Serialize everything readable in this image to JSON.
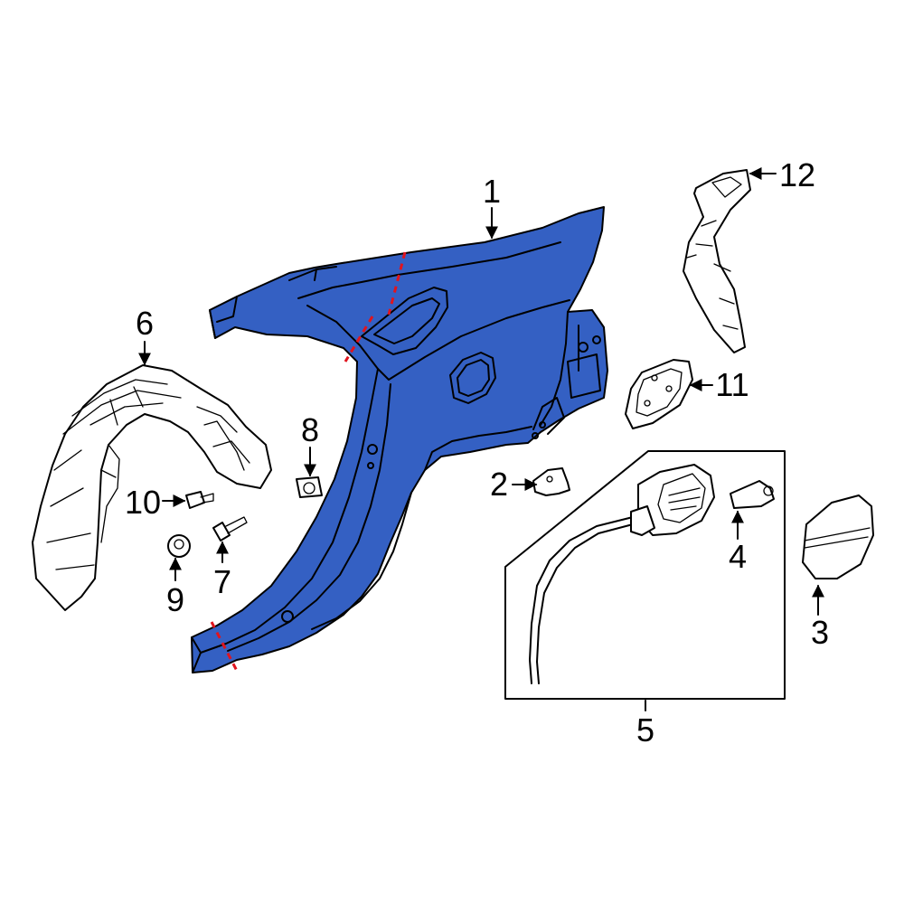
{
  "callouts": {
    "c1": "1",
    "c2": "2",
    "c3": "3",
    "c4": "4",
    "c5": "5",
    "c6": "6",
    "c7": "7",
    "c8": "8",
    "c9": "9",
    "c10": "10",
    "c11": "11",
    "c12": "12"
  },
  "colors": {
    "highlight": "#3460c3",
    "cut_line": "#e0141e",
    "outline": "#000000",
    "background": "#ffffff"
  }
}
